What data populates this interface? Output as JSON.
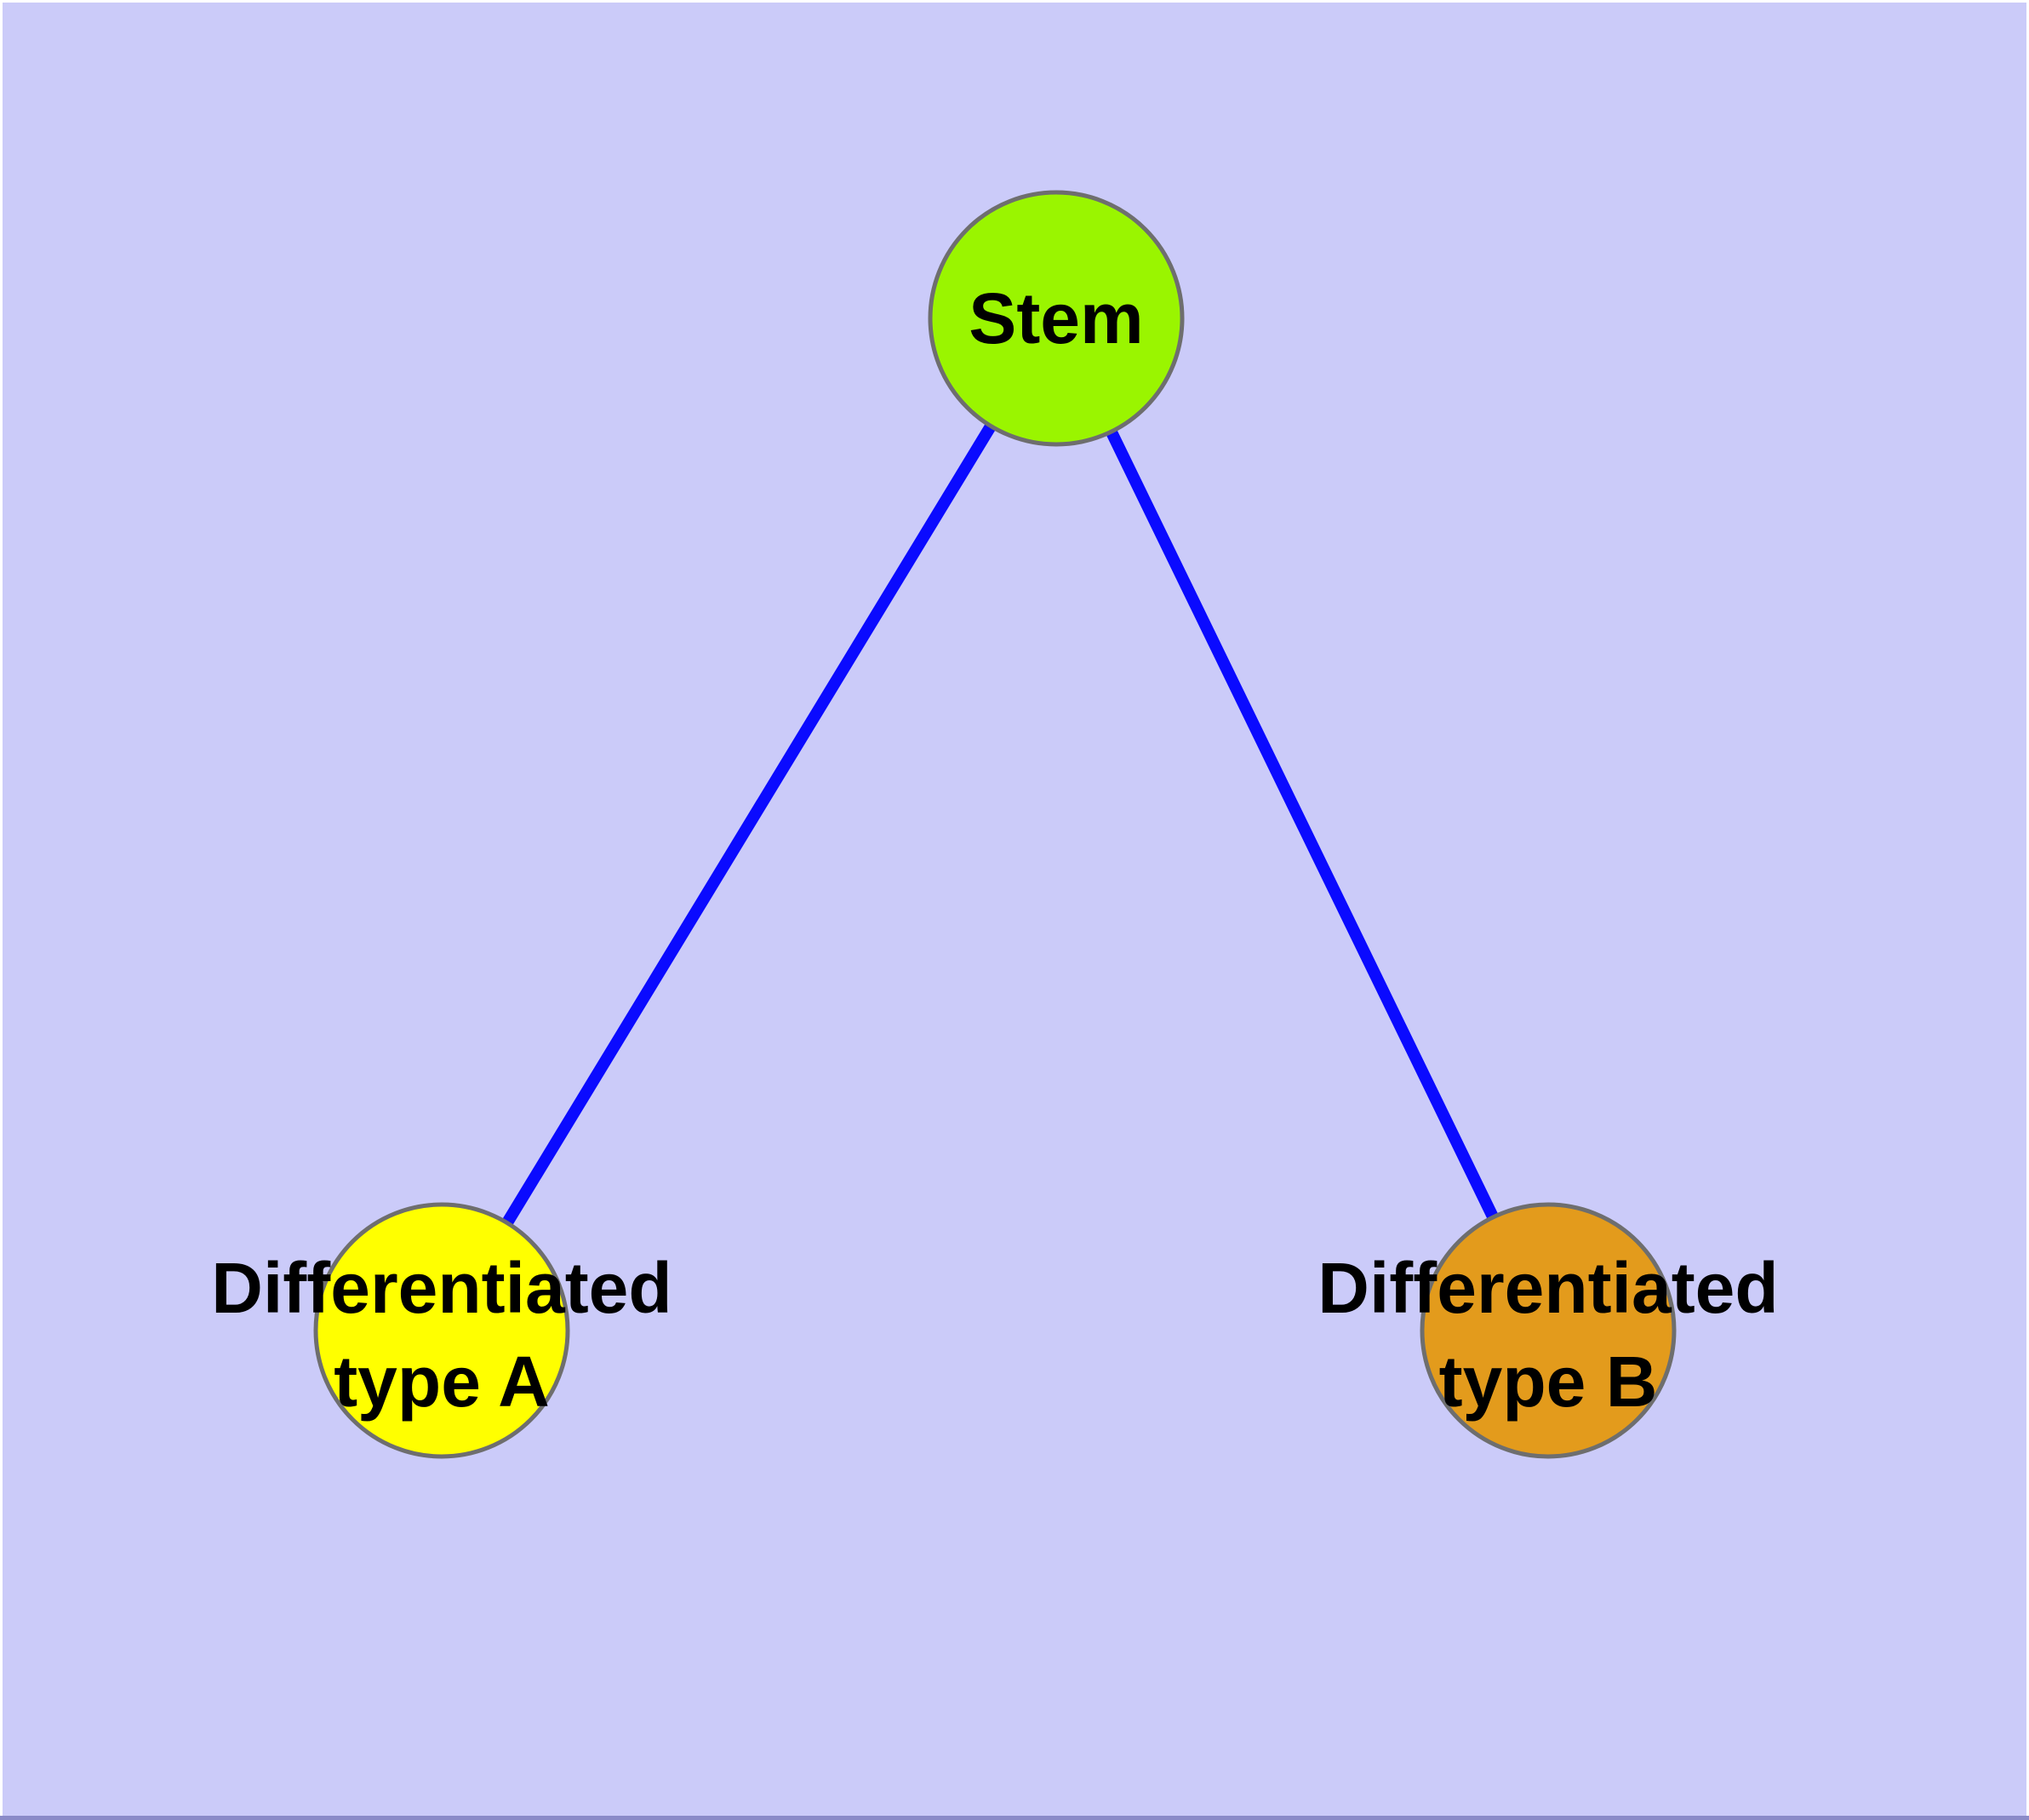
{
  "diagram": {
    "type": "graph",
    "description": "Stem cell differentiation tree: one stem node with edges to two differentiated cell-type nodes",
    "background_color": "#CBCBF9",
    "frame_edge_color": "#8B8BC8",
    "edge_color": "#0A0AFF",
    "node_border_color": "#6E6E6E",
    "label_color": "#000000",
    "nodes": [
      {
        "id": "stem",
        "label": "Stem",
        "fill": "#9AF500"
      },
      {
        "id": "type-a",
        "label_line1": "Differentiated",
        "label_line2": "type A",
        "fill": "#FFFF00"
      },
      {
        "id": "type-b",
        "label_line1": "Differentiated",
        "label_line2": "type B",
        "fill": "#E39B1C"
      }
    ],
    "edges": [
      {
        "from": "stem",
        "to": "type-a"
      },
      {
        "from": "stem",
        "to": "type-b"
      }
    ]
  }
}
